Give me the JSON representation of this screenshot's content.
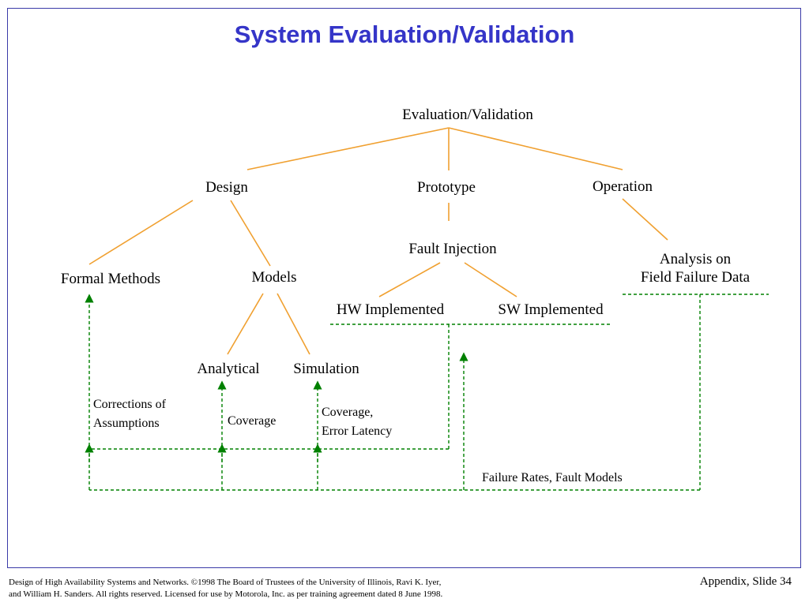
{
  "title": "System Evaluation/Validation",
  "nodes": {
    "root": "Evaluation/Validation",
    "design": "Design",
    "prototype": "Prototype",
    "operation": "Operation",
    "fault_injection": "Fault  Injection",
    "analysis_line1": "Analysis on",
    "analysis_line2": "Field Failure Data",
    "formal_methods": "Formal Methods",
    "models": "Models",
    "hw_implemented": "HW Implemented",
    "sw_implemented": "SW Implemented",
    "analytical": "Analytical",
    "simulation": "Simulation"
  },
  "notes": {
    "corrections_line1": "Corrections of",
    "corrections_line2": "Assumptions",
    "coverage": "Coverage",
    "coverage_latency_line1": "Coverage,",
    "coverage_latency_line2": "Error Latency",
    "failure_rates": "Failure Rates, Fault  Models"
  },
  "footer": {
    "line1": "Design of High Availability Systems and Networks.  ©1998 The Board of Trustees of the University of Illinois, Ravi K. Iyer,",
    "line2": " and William H. Sanders.  All rights reserved.  Licensed for use by Motorola, Inc. as per training agreement dated 8 June 1998.",
    "slide": "Appendix, Slide 34"
  },
  "colors": {
    "tree_lines": "#f0a030",
    "feedback_lines": "#008000",
    "title": "#3535c8",
    "frame": "#3a3aa8"
  }
}
